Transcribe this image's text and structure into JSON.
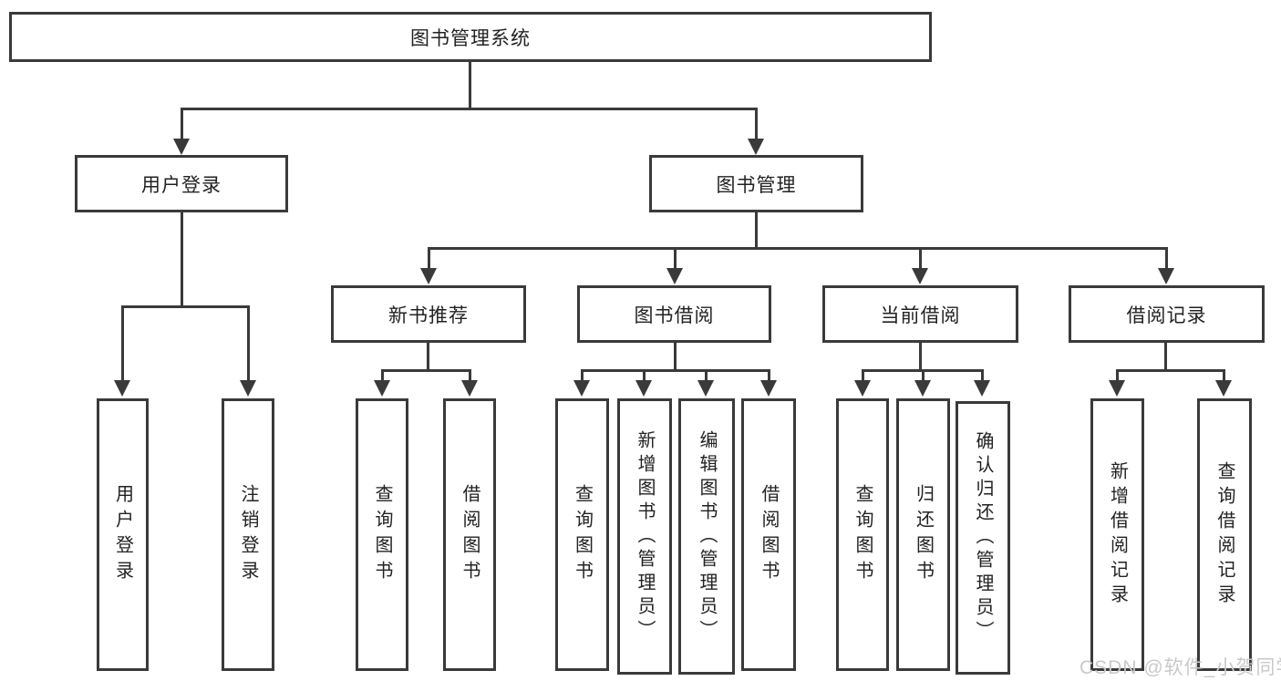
{
  "diagram_title": "图书管理系统",
  "colors": {
    "line": "#3a3a3a",
    "box_border": "#3a3a3a",
    "box_background": "#ffffff",
    "text": "#222222",
    "page_background": "#ffffff",
    "watermark": "#c9c9c9"
  },
  "nodes": {
    "root": {
      "label": "图书管理系统"
    },
    "user_login": {
      "label": "用户登录"
    },
    "book_management": {
      "label": "图书管理"
    },
    "new_book_recommend": {
      "label": "新书推荐"
    },
    "book_borrow": {
      "label": "图书借阅"
    },
    "current_borrow": {
      "label": "当前借阅"
    },
    "borrow_records": {
      "label": "借阅记录"
    }
  },
  "leaves": {
    "user_login_action": {
      "label": "用户登录"
    },
    "logout": {
      "label": "注销登录"
    },
    "recommend_query_books": {
      "label": "查询图书"
    },
    "recommend_borrow_books": {
      "label": "借阅图书"
    },
    "borrow_query_books": {
      "label": "查询图书"
    },
    "borrow_add_book_admin": {
      "label": "新增图书（管理员）"
    },
    "borrow_edit_book_admin": {
      "label": "编辑图书（管理员）"
    },
    "borrow_borrow_books": {
      "label": "借阅图书"
    },
    "current_query_books": {
      "label": "查询图书"
    },
    "current_return_books": {
      "label": "归还图书"
    },
    "current_confirm_return_admin": {
      "label": "确认归还（管理员）"
    },
    "records_add_record": {
      "label": "新增借阅记录"
    },
    "records_query_record": {
      "label": "查询借阅记录"
    }
  },
  "watermark": {
    "label": "CSDN @软件_小贺同学"
  },
  "hierarchy": {
    "图书管理系统": {
      "用户登录": [
        "用户登录",
        "注销登录"
      ],
      "图书管理": {
        "新书推荐": [
          "查询图书",
          "借阅图书"
        ],
        "图书借阅": [
          "查询图书",
          "新增图书（管理员）",
          "编辑图书（管理员）",
          "借阅图书"
        ],
        "当前借阅": [
          "查询图书",
          "归还图书",
          "确认归还（管理员）"
        ],
        "借阅记录": [
          "新增借阅记录",
          "查询借阅记录"
        ]
      }
    }
  }
}
